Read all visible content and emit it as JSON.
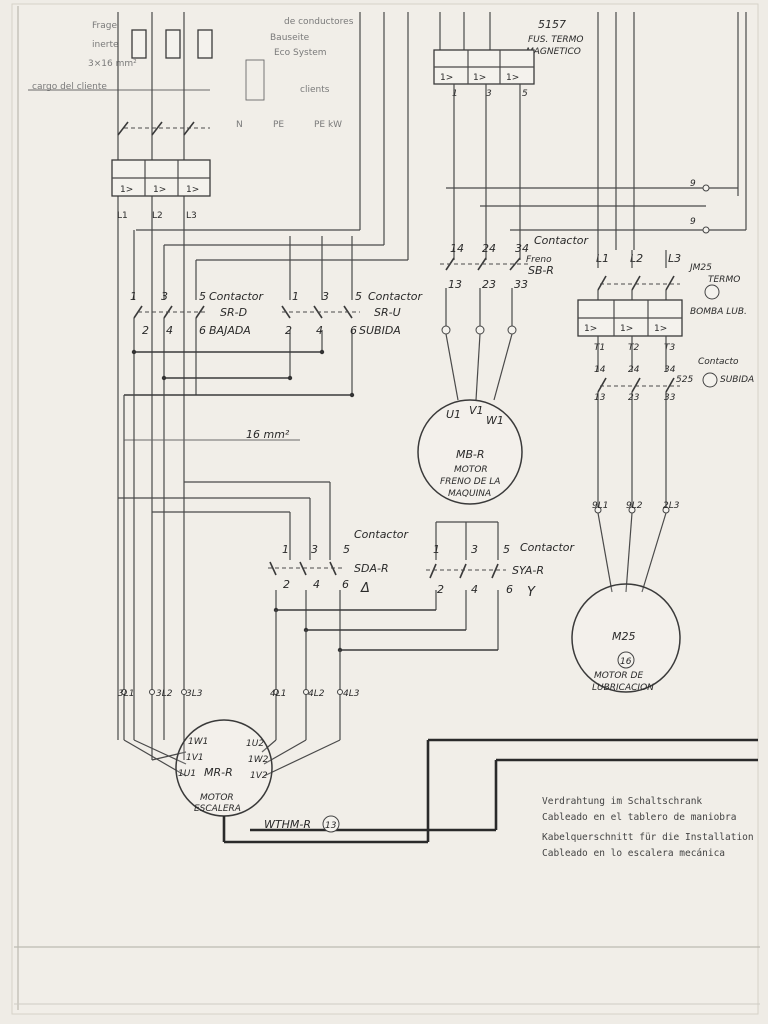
{
  "symbols": {
    "breaker": "1>"
  },
  "top_left": {
    "note_1": "Frage",
    "note_2": "inerte",
    "note_3": "3×16 mm²",
    "note_4": "cargo del cliente",
    "note_5": "de conductores",
    "note_6": "Bauseite",
    "note_7": "Eco System",
    "note_8": "clients",
    "n_label": "N",
    "pe_label": "PE",
    "pe_kw_label": "PE kW"
  },
  "main_breaker": {
    "terminals": [
      "L1",
      "L2",
      "L3"
    ]
  },
  "contactor_sr_d": {
    "type_label": "Contactor",
    "name": "SR-D",
    "direction": "BAJADA",
    "top_terminals": [
      "1",
      "3",
      "5"
    ],
    "bottom_terminals": [
      "2",
      "4",
      "6"
    ]
  },
  "contactor_sr_u": {
    "type_label": "Contactor",
    "name": "SR-U",
    "direction": "SUBIDA",
    "top_terminals": [
      "1",
      "3",
      "5"
    ],
    "bottom_terminals": [
      "2",
      "4",
      "6"
    ]
  },
  "cable_note": "16 mm²",
  "contactor_sda_r": {
    "type_label": "Contactor",
    "name": "SDA-R",
    "symbol": "Δ",
    "top_terminals": [
      "1",
      "3",
      "5"
    ],
    "bottom_terminals": [
      "2",
      "4",
      "6"
    ]
  },
  "contactor_sya_r": {
    "type_label": "Contactor",
    "name": "SYA-R",
    "symbol": "Y",
    "top_terminals": [
      "1",
      "3",
      "5"
    ],
    "bottom_terminals": [
      "2",
      "4",
      "6"
    ]
  },
  "motor_mr_r": {
    "name": "MR-R",
    "caption": [
      "MOTOR",
      "ESCALERA"
    ],
    "feed_terminals": [
      "3L1",
      "3L2",
      "3L3",
      "4L1",
      "4L2",
      "4L3"
    ],
    "windings": [
      "1W1",
      "1V1",
      "1U1",
      "1U2",
      "1W2",
      "1V2"
    ]
  },
  "thermistor": {
    "name": "WTHM-R",
    "number": "13"
  },
  "fuse_5157": {
    "name": "5157",
    "type": [
      "FUS. TERMO",
      "MAGNETICO"
    ],
    "out_terminals": [
      "1",
      "3",
      "5"
    ]
  },
  "right_bus": {
    "labels": [
      "9",
      "9"
    ]
  },
  "contactor_sb_r": {
    "type_label": "Contactor",
    "subtype": "Freno",
    "name": "SB-R",
    "top_terminals": [
      "14",
      "24",
      "34"
    ],
    "bottom_terminals": [
      "13",
      "23",
      "33"
    ]
  },
  "motor_mb_r": {
    "name": "MB-R",
    "caption": [
      "MOTOR",
      "FRENO DE LA",
      "MAQUINA"
    ],
    "terminals": [
      "U1",
      "V1",
      "W1"
    ]
  },
  "circuit_m25": {
    "in_terminals": [
      "L1",
      "L2",
      "L3"
    ],
    "breaker_tag": "JM25",
    "breaker_type": "TERMO",
    "breaker_purpose": "BOMBA LUB.",
    "out_terminals": [
      "T1",
      "T2",
      "T3"
    ],
    "contactor_top": [
      "14",
      "24",
      "34"
    ],
    "contactor_bottom": [
      "13",
      "23",
      "33"
    ],
    "contactor_type": "Contacto",
    "contactor_name": "525",
    "contactor_direction": "SUBIDA"
  },
  "motor_m25": {
    "name": "M25",
    "number": "16",
    "caption": [
      "MOTOR DE",
      "LUBRICACION"
    ],
    "feed_terminals": [
      "9L1",
      "9L2",
      "2L3"
    ]
  },
  "legend": [
    "Verdrahtung im Schaltschrank",
    "Cableado en el tablero de maniobra",
    "Kabelquerschnitt für die Installation",
    "Cableado en lo escalera mecánica"
  ]
}
